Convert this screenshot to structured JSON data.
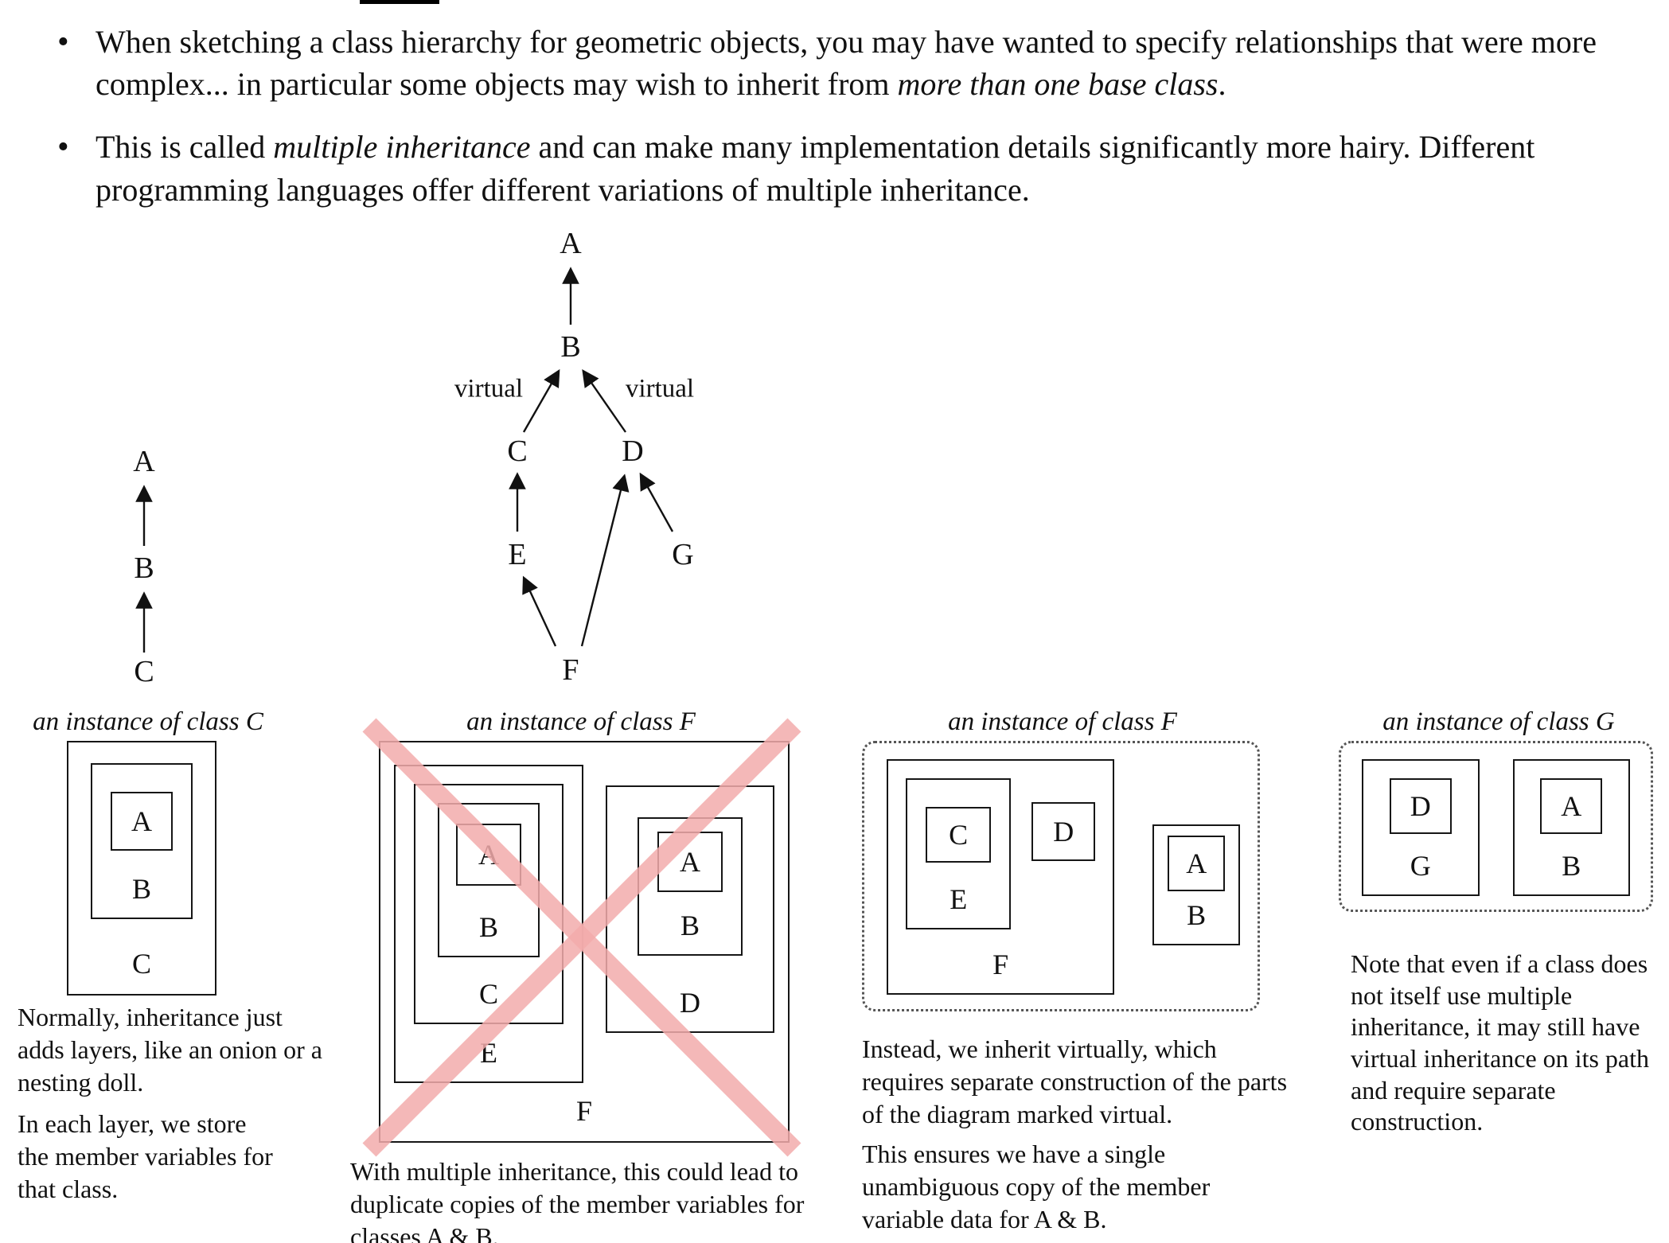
{
  "bullets": [
    {
      "pre": "When sketching a class hierarchy for geometric objects, you may have wanted to specify relationships that were more complex... in particular some objects may wish to inherit from ",
      "em": "more than one base class",
      "post": "."
    },
    {
      "pre": "This is called ",
      "em": "multiple inheritance",
      "post": " and can make many implementation details significantly more hairy. Different programming languages offer different variations of multiple inheritance."
    }
  ],
  "hierarchy": {
    "left": {
      "a": "A",
      "b": "B",
      "c": "C"
    },
    "center": {
      "a": "A",
      "b": "B",
      "c": "C",
      "d": "D",
      "e": "E",
      "f": "F",
      "g": "G",
      "virtual_left": "virtual",
      "virtual_right": "virtual"
    }
  },
  "panels": {
    "c": {
      "caption": "an instance of class C",
      "a": "A",
      "b": "B",
      "c": "C",
      "text1": "Normally, inheritance just adds layers, like an onion or a nesting doll.",
      "text2": "In each layer, we store the member variables for that class."
    },
    "f_bad": {
      "caption": "an instance of class F",
      "left": {
        "a": "A",
        "b": "B",
        "c": "C",
        "e": "E"
      },
      "right": {
        "a": "A",
        "b": "B",
        "d": "D"
      },
      "f": "F",
      "text": "With multiple inheritance, this could lead to duplicate copies of the member variables for classes A & B."
    },
    "f_good": {
      "caption": "an instance of class F",
      "c": "C",
      "d": "D",
      "e": "E",
      "f": "F",
      "a": "A",
      "b": "B",
      "text1": "Instead, we inherit virtually, which requires separate construction of the parts of the diagram marked virtual.",
      "text2": "This ensures we have a single unambiguous copy of the member variable data for A & B."
    },
    "g": {
      "caption": "an instance of class G",
      "d": "D",
      "g": "G",
      "a": "A",
      "b": "B",
      "text": "Note that even if a class does not itself use multiple inheritance, it may still have virtual inheritance on its path and require separate construction."
    }
  },
  "colors": {
    "cross": "#f3acac"
  }
}
